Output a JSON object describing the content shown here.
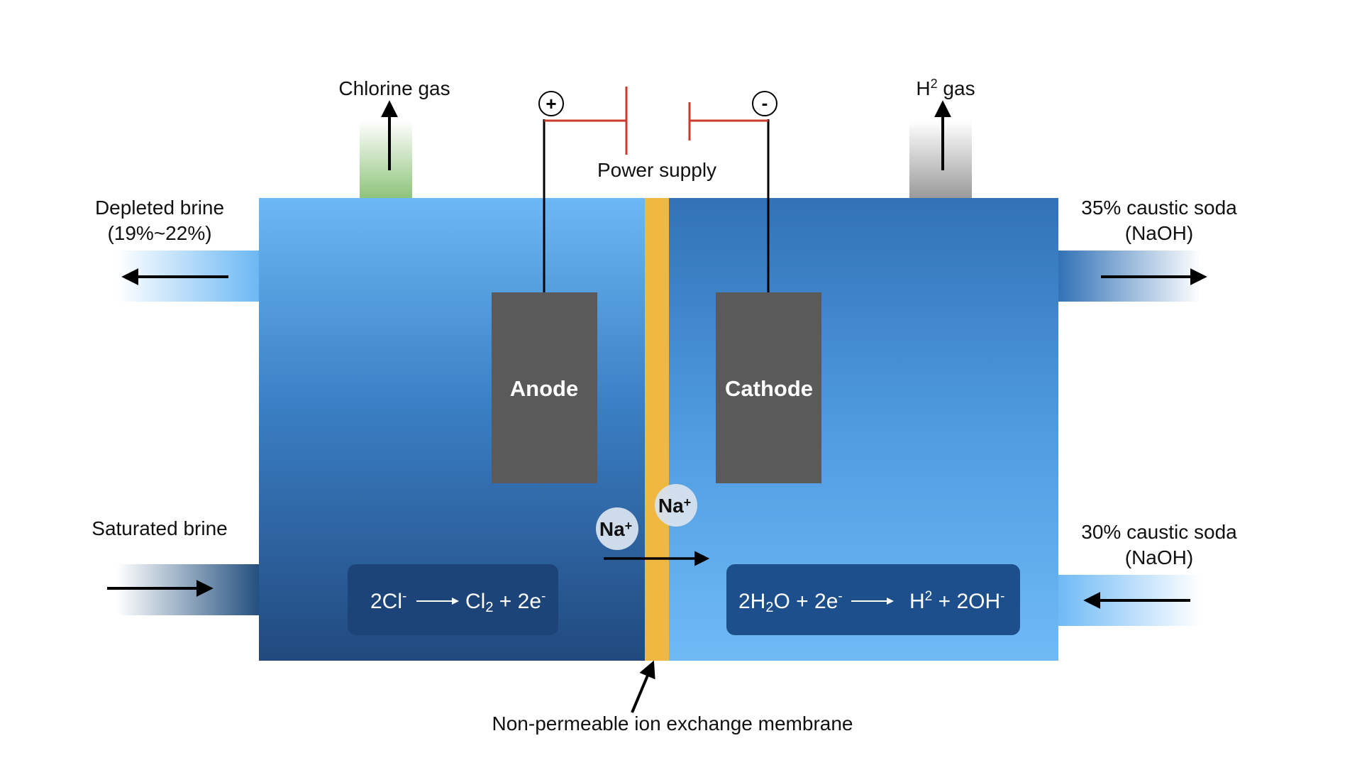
{
  "labels": {
    "chlorine_gas": "Chlorine gas",
    "h2_gas_main": "H",
    "h2_gas_sup": "2",
    "h2_gas_rest": " gas",
    "power_supply": "Power supply",
    "positive_sign": "+",
    "negative_sign": "-",
    "depleted_brine_1": "Depleted brine",
    "depleted_brine_2": "(19%~22%)",
    "saturated_brine": "Saturated brine",
    "caustic_35_1": "35% caustic soda",
    "caustic_35_2": "(NaOH)",
    "caustic_30_1": "30% caustic soda",
    "caustic_30_2": "(NaOH)",
    "anode": "Anode",
    "cathode": "Cathode",
    "membrane": "Non-permeable ion exchange membrane"
  },
  "ions": {
    "na_main": "Na",
    "na_charge": "+"
  },
  "equations": {
    "anode": {
      "lhs_main": "2Cl",
      "lhs_sup": "-",
      "rhs_main": "Cl",
      "rhs_sub": "2",
      "rhs_rest": " + 2e",
      "rhs_sup": "-"
    },
    "cathode": {
      "lhs_a": "2H",
      "lhs_sub": "2",
      "lhs_b": "O + 2e",
      "lhs_sup": "-",
      "rhs_a": "H",
      "rhs_sup": "2",
      "rhs_b": " + 2OH",
      "rhs_sup2": "-"
    }
  },
  "colors": {
    "anode_chamber_top": "#6cb8f4",
    "anode_chamber_bottom": "#21497e",
    "cathode_chamber_top": "#3272b6",
    "cathode_chamber_bottom": "#6fbaf5",
    "membrane": "#f0b840",
    "electrode": "#5a5a5a",
    "circuit_wire": "#cc3a2e",
    "chlorine_gas": "#8ec47a",
    "hydrogen_gas": "#9a9a9a",
    "equation_box_anode": "#1d4478",
    "equation_box_cathode": "#1d4f8c"
  }
}
